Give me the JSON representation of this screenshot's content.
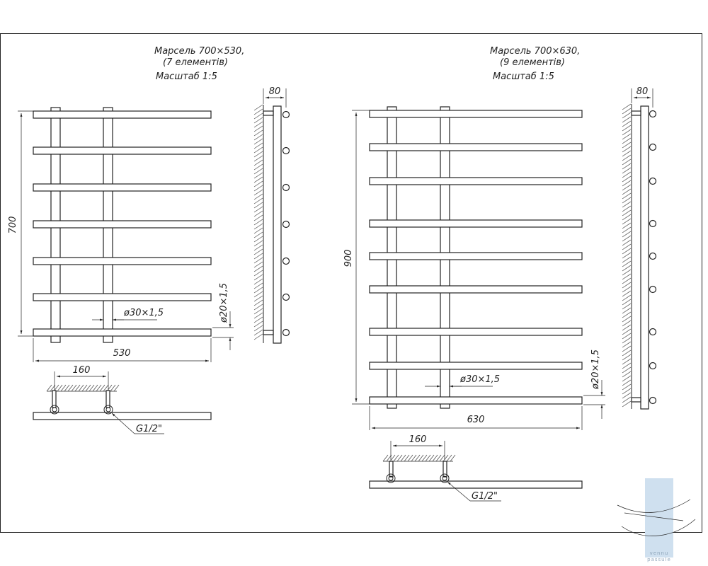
{
  "colors": {
    "line": "#222222",
    "background": "#ffffff",
    "logo_accent": "#cfe0ef"
  },
  "left": {
    "title_line1": "Марсель 700×530,",
    "title_line2": "(7 елементів)",
    "scale": "Масштаб 1:5",
    "height_dim": "700",
    "width_dim": "530",
    "depth_dim": "80",
    "pipe_dim": "ø30×1,5",
    "bar_dim": "ø20×1,5",
    "center_dim": "160",
    "thread_dim": "G1/2\"",
    "element_count": 7
  },
  "right": {
    "title_line1": "Марсель 700×630,",
    "title_line2": "(9 елементів)",
    "scale": "Масштаб 1:5",
    "height_dim": "900",
    "width_dim": "630",
    "depth_dim": "80",
    "pipe_dim": "ø30×1,5",
    "bar_dim": "ø20×1,5",
    "center_dim": "160",
    "thread_dim": "G1/2\"",
    "element_count": 9
  },
  "logo": {
    "icon": "wave-logo-icon",
    "text_top": "vennu",
    "text_bottom": "passule"
  }
}
